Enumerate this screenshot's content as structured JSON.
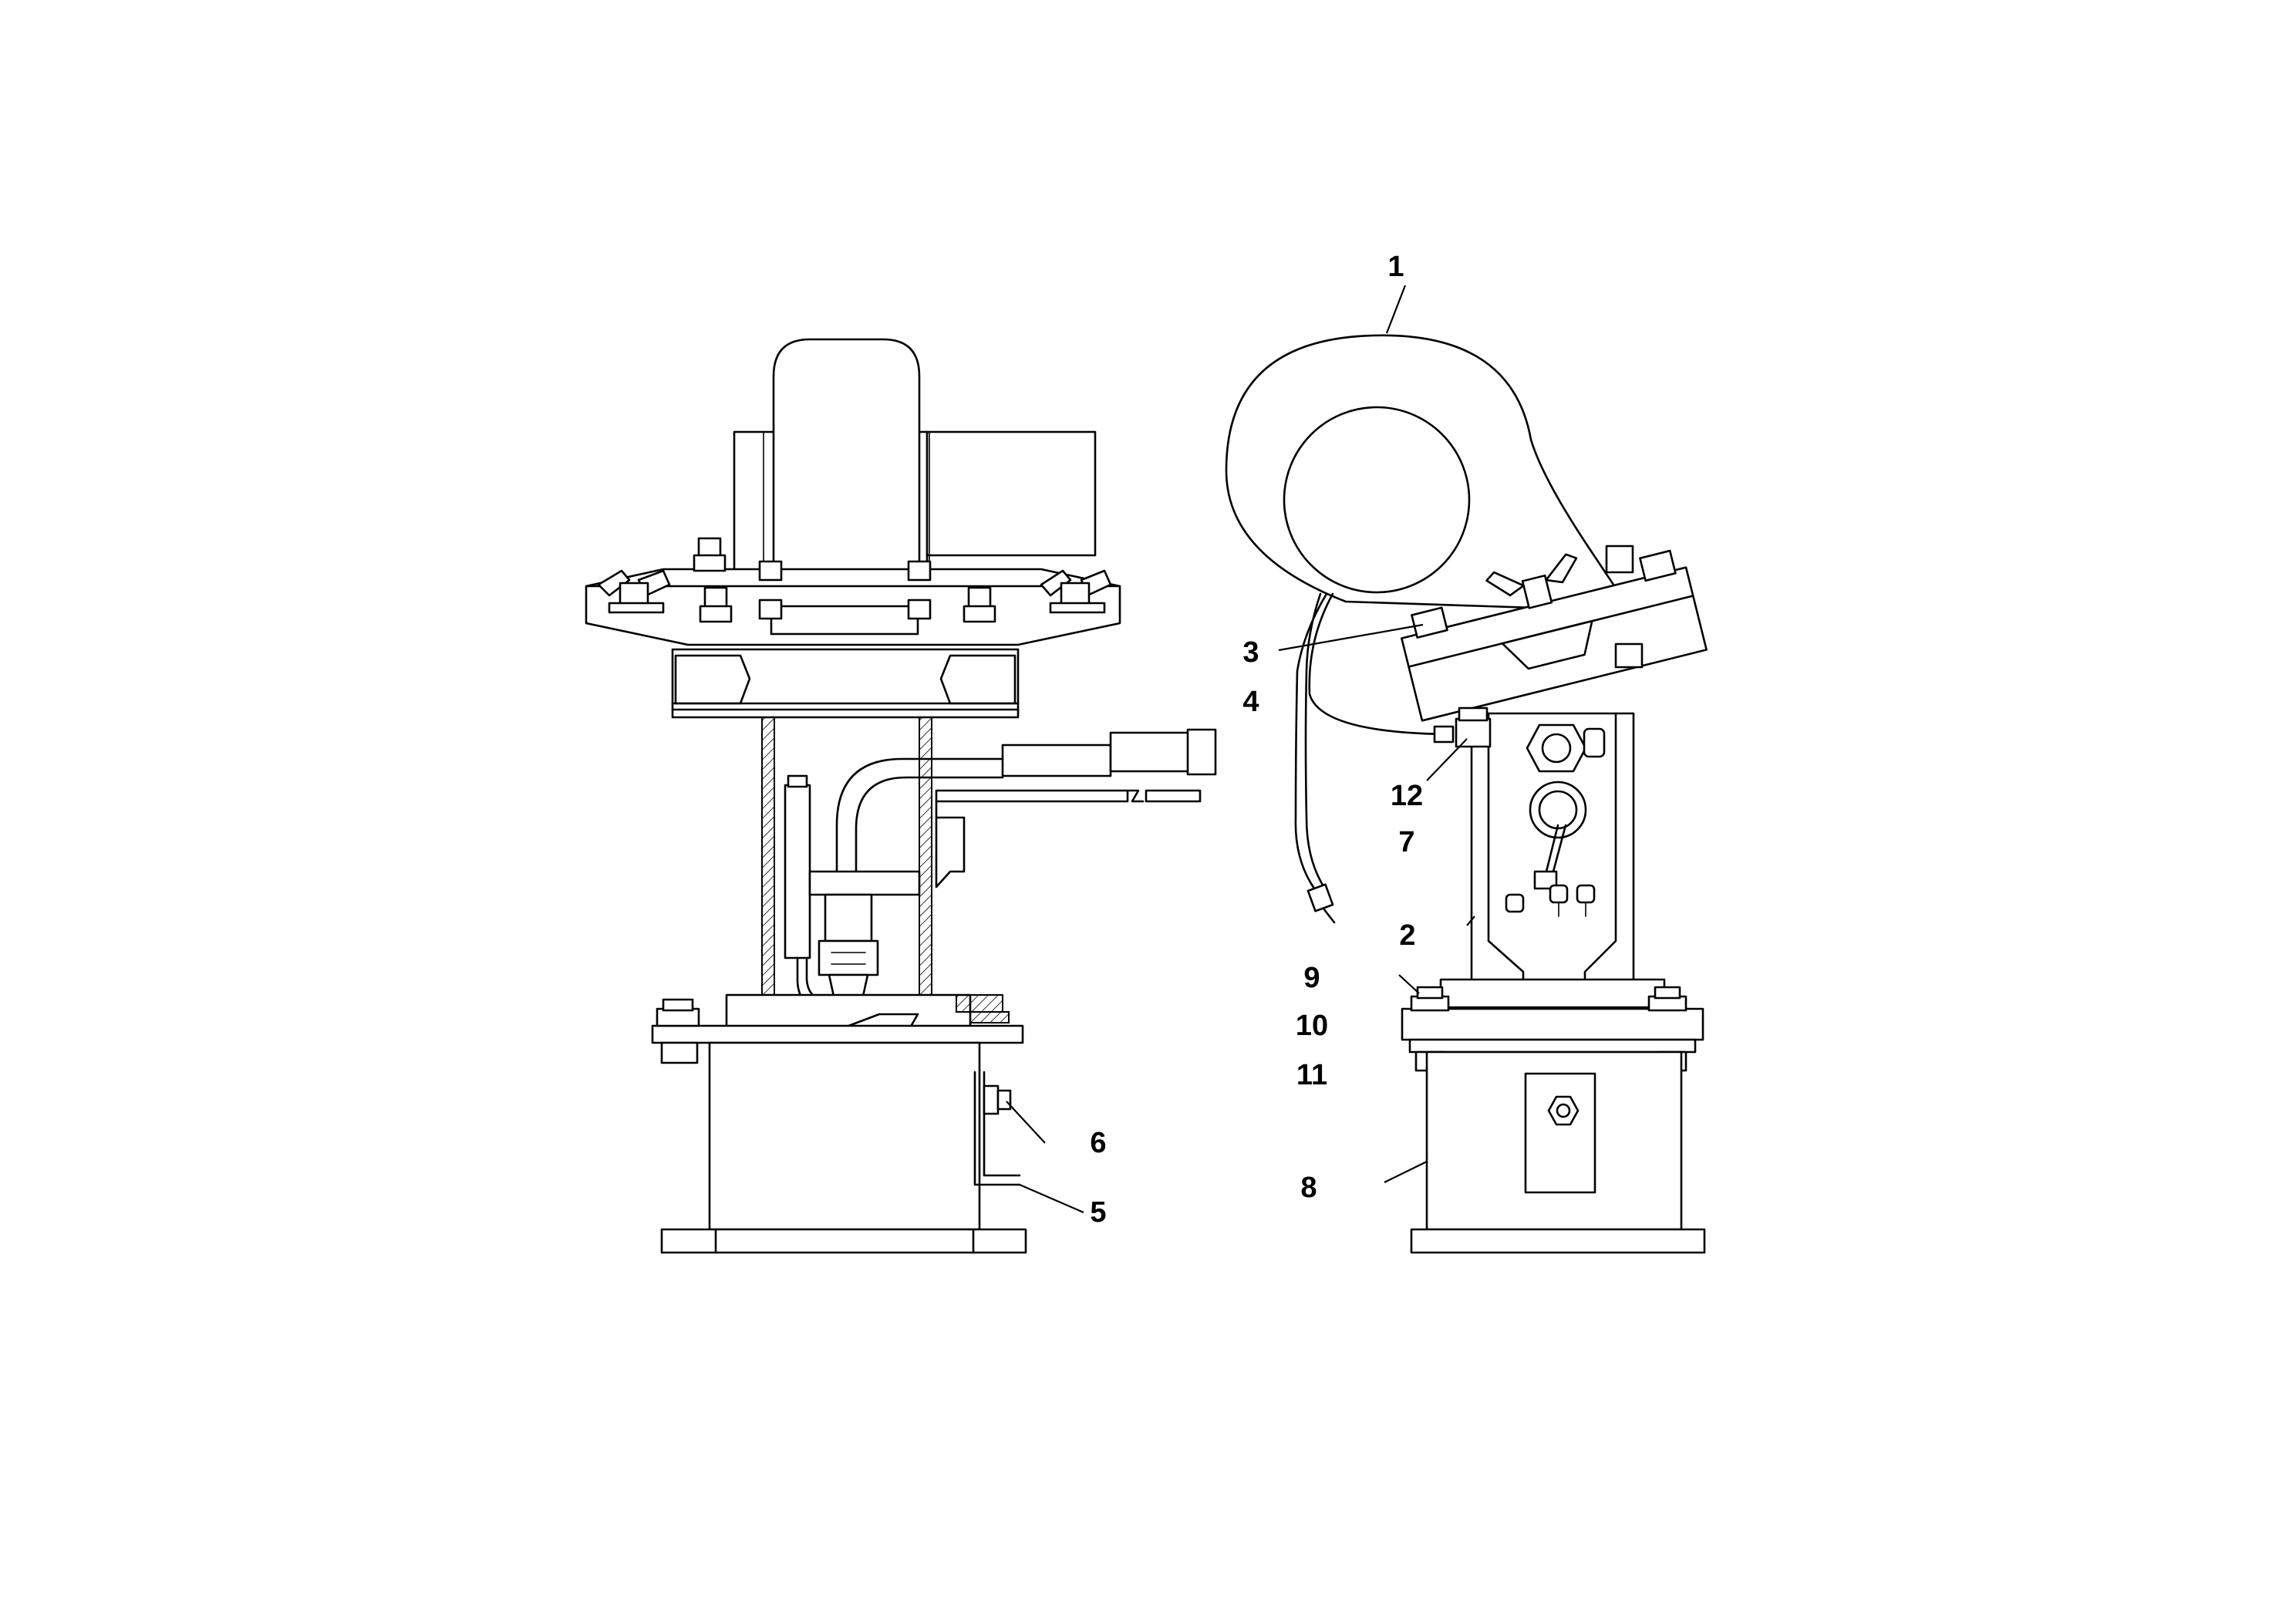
{
  "drawing": {
    "callouts": [
      "1",
      "2",
      "3",
      "4",
      "5",
      "6",
      "7",
      "8",
      "9",
      "10",
      "11",
      "12"
    ]
  }
}
